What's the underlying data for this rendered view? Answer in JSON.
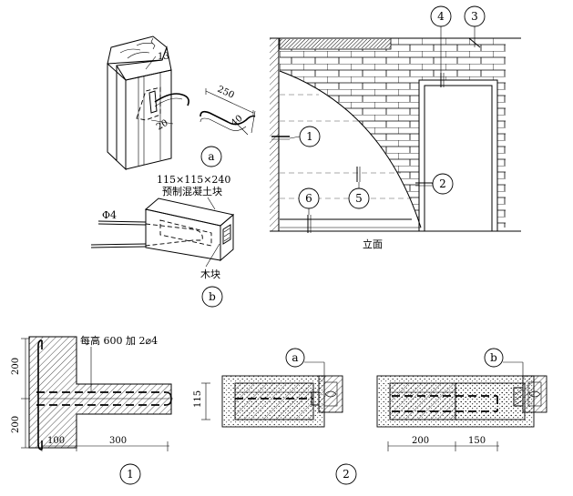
{
  "labels": {
    "block_size": "115×115×240",
    "block_name": "预制混凝土块",
    "rod": "Φ4",
    "wood_block": "木块",
    "elevation": "立面",
    "rebar_note": "每高 600 加 2⌀4"
  },
  "markers": {
    "a": "a",
    "b": "b",
    "n1": "1",
    "n2": "2",
    "n3": "3",
    "n4": "4",
    "n5": "5",
    "n6": "6"
  },
  "dims": {
    "d13": "13",
    "d20": "20",
    "d250": "250",
    "d40": "40",
    "d200a": "200",
    "d200b": "200",
    "d100": "100",
    "d300": "300",
    "d115": "115",
    "d200c": "200",
    "d150": "150"
  },
  "colors": {
    "ink": "#000000",
    "paper": "#ffffff"
  }
}
